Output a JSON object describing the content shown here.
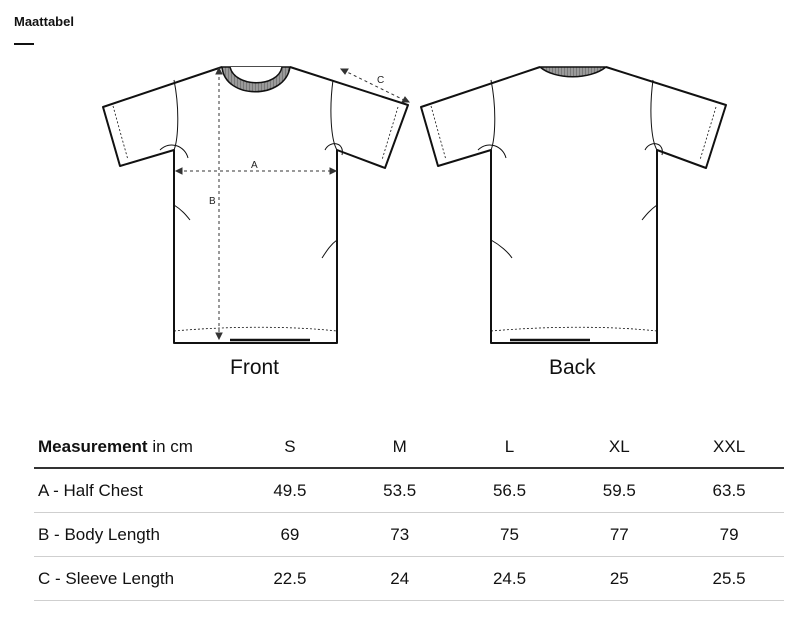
{
  "header": {
    "title": "Maattabel"
  },
  "figure": {
    "front_label": "Front",
    "back_label": "Back",
    "markers": {
      "a": "A",
      "b": "B",
      "c": "C"
    }
  },
  "table": {
    "header_bold": "Measurement",
    "header_unit": " in cm",
    "sizes": [
      "S",
      "M",
      "L",
      "XL",
      "XXL"
    ],
    "rows": [
      {
        "label": "A - Half Chest",
        "values": [
          "49.5",
          "53.5",
          "56.5",
          "59.5",
          "63.5"
        ]
      },
      {
        "label": "B - Body Length",
        "values": [
          "69",
          "73",
          "75",
          "77",
          "79"
        ]
      },
      {
        "label": "C - Sleeve Length",
        "values": [
          "22.5",
          "24",
          "24.5",
          "25",
          "25.5"
        ]
      }
    ]
  }
}
